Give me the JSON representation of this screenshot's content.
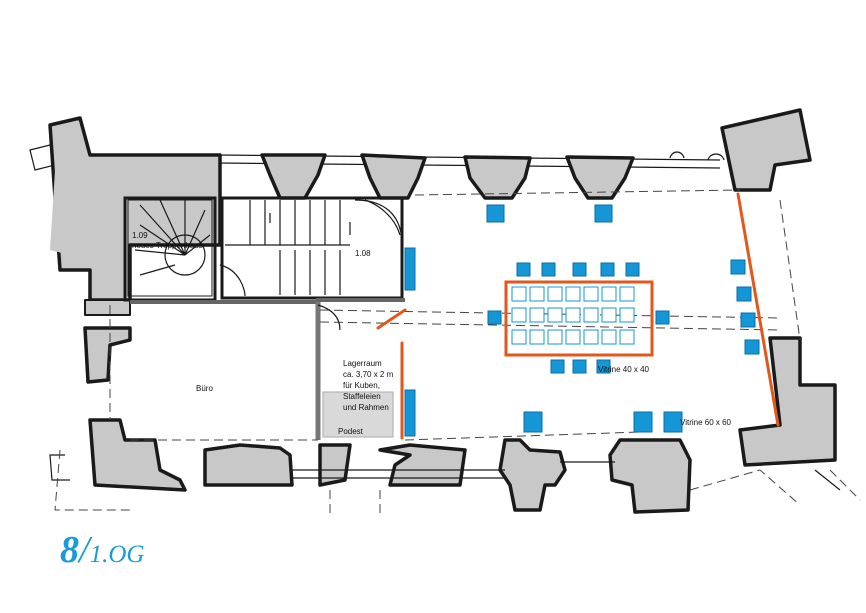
{
  "labels": {
    "stair_new": "1.09",
    "stair_new_name": "neues Treppenhaus",
    "stair_old": "1.08",
    "office": "Büro",
    "storage_1": "Lagerraum",
    "storage_2": "ca. 3,70 x 2 m",
    "storage_3": "für Kuben,",
    "storage_4": "Staffeleien",
    "storage_5": "und Rahmen",
    "podest": "Podest",
    "vitrine_small": "Vitrine 40 x 40",
    "vitrine_large": "Vitrine 60 x 60"
  },
  "page_label": {
    "number": "8",
    "slash": "/",
    "floor": "1.OG"
  },
  "colors": {
    "wall": "#c8c8c8",
    "vitrine": "#1596d6",
    "partition": "#e2571c",
    "label": "#1a9bd7"
  },
  "icons": {
    "staircase": "spiral-stair",
    "door": "door-swing"
  }
}
